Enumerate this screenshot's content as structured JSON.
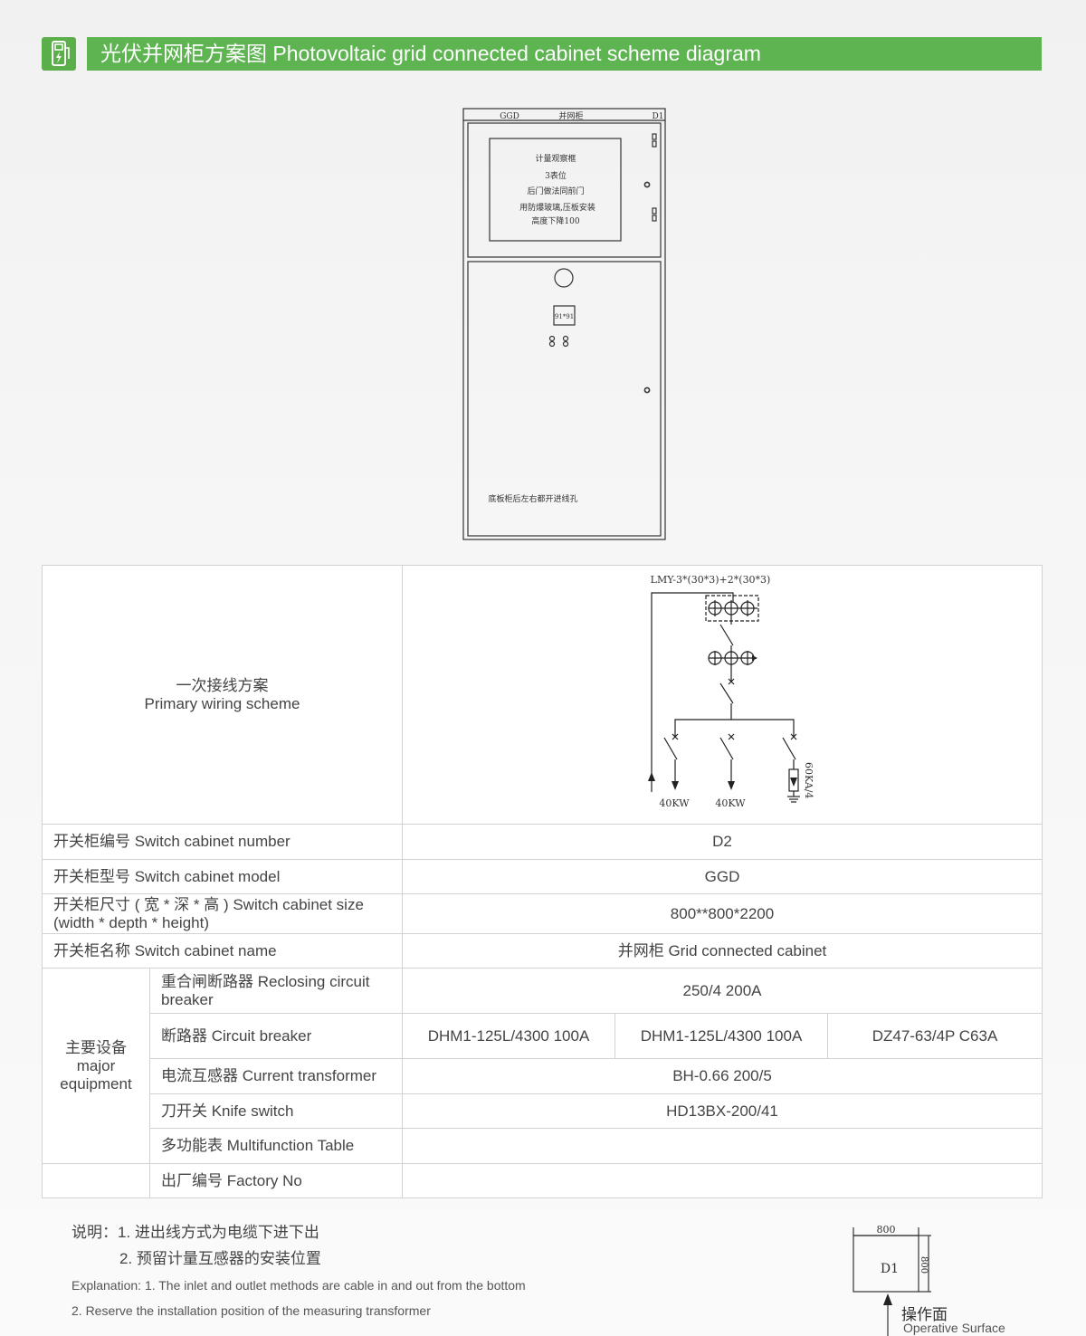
{
  "header": {
    "title": "光伏并网柜方案图 Photovoltaic grid connected cabinet scheme diagram",
    "icon": "solar-charging-icon",
    "accent_color": "#5db451"
  },
  "cabinet_drawing": {
    "top_label_left": "GGD",
    "top_label_center": "并网柜",
    "top_label_right": "D1",
    "window_lines": [
      "计量观察框",
      "3表位",
      "后门做法同前门",
      "用防爆玻璃,压板安装",
      "高度下降100"
    ],
    "meter_label": "91*91",
    "bottom_note": "底板柜后左右都开进线孔"
  },
  "schematic": {
    "busbar_label": "LMY-3*(30*3)+2*(30*3)",
    "load_labels": [
      "40KW",
      "40KW"
    ],
    "arrester_label": "60KA/4"
  },
  "table": {
    "primary_wiring_cn": "一次接线方案",
    "primary_wiring_en": "Primary wiring scheme",
    "rows": {
      "number_label": "开关柜编号 Switch cabinet number",
      "number_value": "D2",
      "model_label": "开关柜型号 Switch cabinet model",
      "model_value": "GGD",
      "size_label_1": "开关柜尺寸 ( 宽 * 深 * 高 ) Switch cabinet size",
      "size_label_2": "(width * depth * height)",
      "size_value": "800**800*2200",
      "name_label": "开关柜名称 Switch cabinet name",
      "name_value": "并网柜 Grid connected cabinet"
    },
    "major_equipment_cn": "主要设备",
    "major_equipment_en_1": "major",
    "major_equipment_en_2": "equipment",
    "equipment": {
      "reclosing_label_1": "重合闸断路器 Reclosing circuit",
      "reclosing_label_2": "breaker",
      "reclosing_value": "250/4 200A",
      "breaker_label": "断路器 Circuit breaker",
      "breaker_values": [
        "DHM1-125L/4300 100A",
        "DHM1-125L/4300 100A",
        "DZ47-63/4P C63A"
      ],
      "ct_label": "电流互感器 Current transformer",
      "ct_value": "BH-0.66 200/5",
      "knife_label": "刀开关 Knife switch",
      "knife_value": "HD13BX-200/41",
      "meter_label": "多功能表 Multifunction Table",
      "meter_value": ""
    },
    "factory_label": "出厂编号 Factory No",
    "factory_value": ""
  },
  "notes": {
    "cn_1": "说明：1. 进出线方式为电缆下进下出",
    "cn_2": "2. 预留计量互感器的安装位置",
    "en_1": "Explanation: 1. The inlet and outlet methods are cable in and out from the bottom",
    "en_2": "2. Reserve the installation position of the measuring transformer"
  },
  "plan": {
    "width_label": "800",
    "depth_label": "800",
    "cabinet_id": "D1",
    "operative_cn": "操作面",
    "operative_en": "Operative Surface"
  }
}
